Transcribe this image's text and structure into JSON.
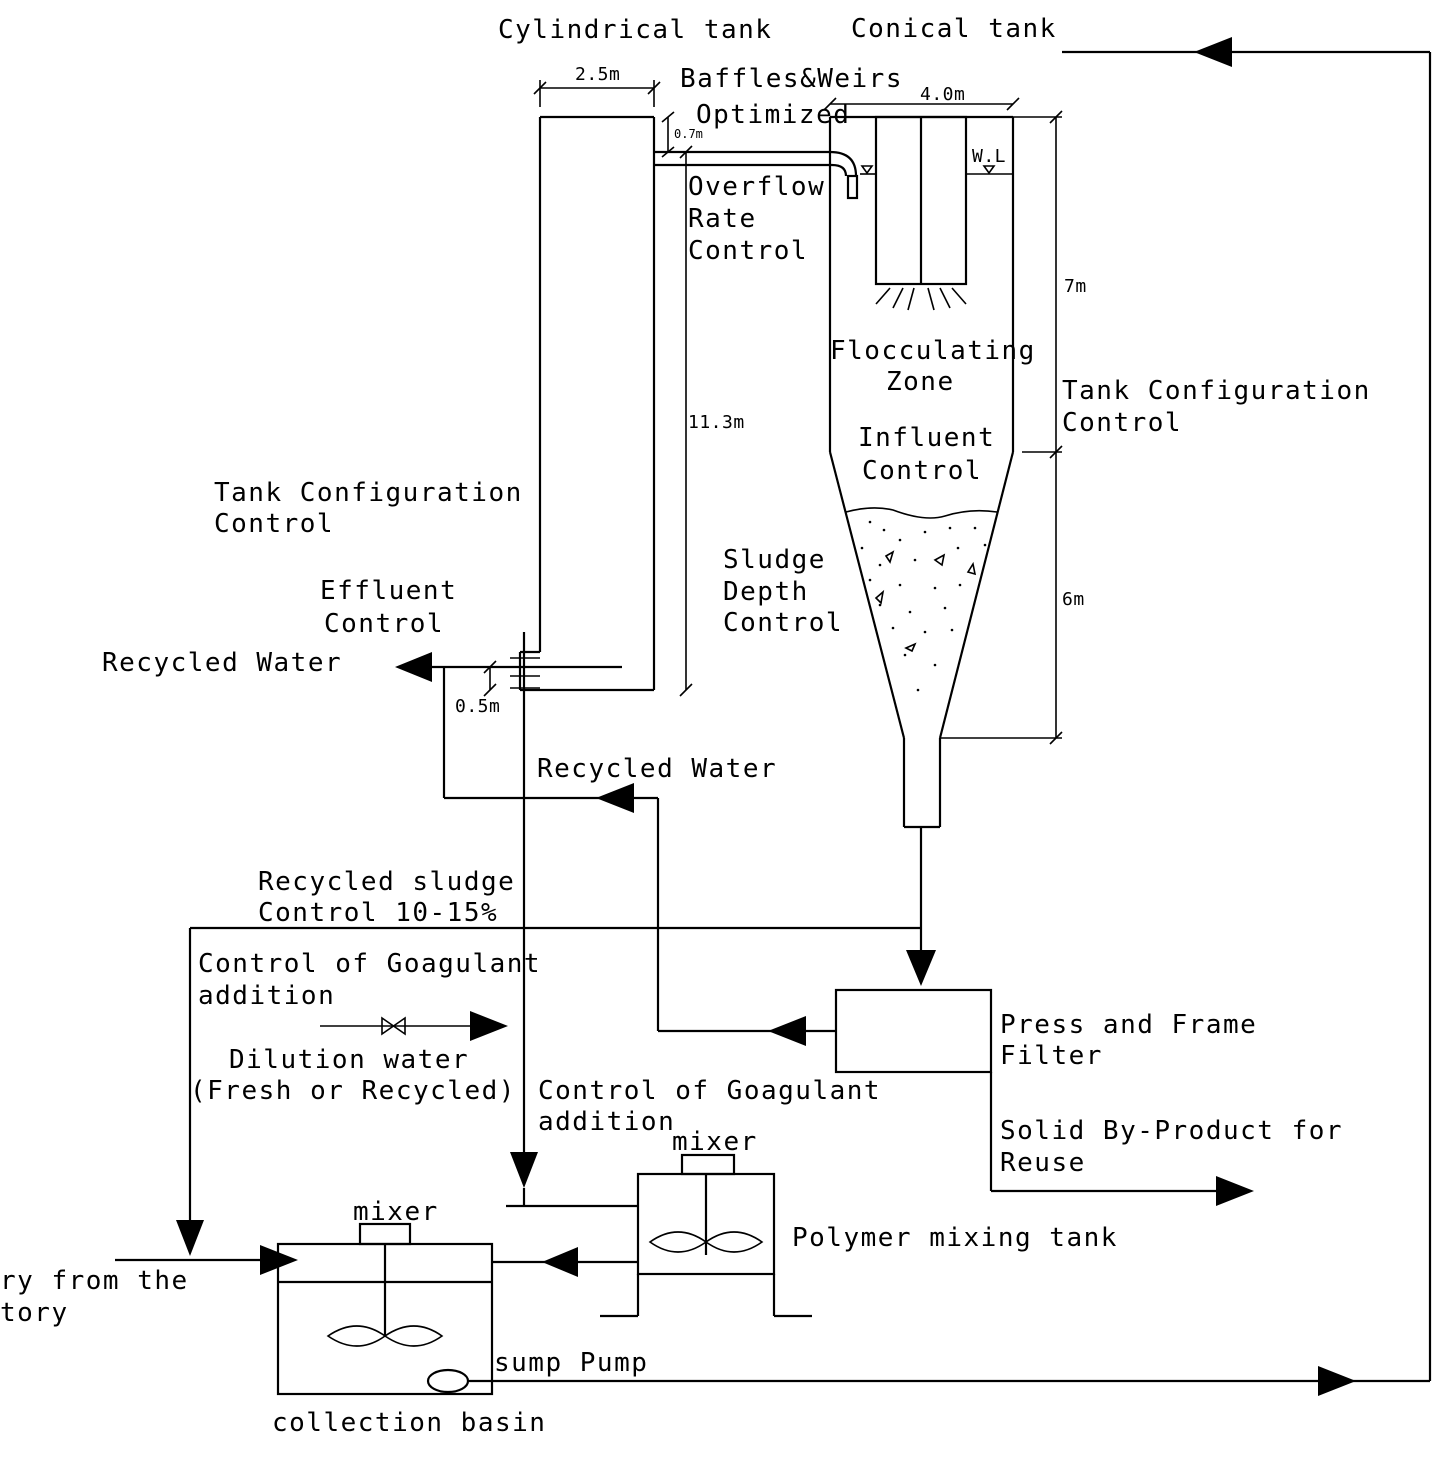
{
  "colors": {
    "line": "#000000",
    "background": "#ffffff"
  },
  "tanks": {
    "cylindrical": "Cylindrical tank",
    "conical": "Conical tank"
  },
  "dimensions": {
    "cyl_width": "2.5m",
    "overflow_gap": "0.7m",
    "cone_width": "4.0m",
    "upper_height": "7m",
    "lower_height": "6m",
    "cyl_height": "11.3m",
    "outlet_gap": "0.5m",
    "water_level": "W.L"
  },
  "labels": {
    "baffles_1": "Baffles&Weirs",
    "baffles_2": "Optimized",
    "overflow_1": "Overflow",
    "overflow_2": "Rate",
    "overflow_3": "Control",
    "flocculating_1": "Flocculating",
    "flocculating_2": "Zone",
    "influent_1": "Influent",
    "influent_2": "Control",
    "tank_config_right_1": "Tank Configuration",
    "tank_config_right_2": "Control",
    "tank_config_left_1": "Tank Configuration",
    "tank_config_left_2": "Control",
    "sludge_depth_1": "Sludge",
    "sludge_depth_2": "Depth",
    "sludge_depth_3": "Control",
    "effluent_1": "Effluent",
    "effluent_2": "Control",
    "recycled_water_left": "Recycled Water",
    "recycled_water_mid": "Recycled Water",
    "recycled_sludge_1": "Recycled sludge",
    "recycled_sludge_2": "Control 10-15%",
    "coagulant_left_1": "Control of Goagulant",
    "coagulant_left_2": "addition",
    "dilution_1": "Dilution water",
    "dilution_2": "(Fresh or Recycled)",
    "coagulant_mid_1": "Control of Goagulant",
    "coagulant_mid_2": "addition",
    "press_1": "Press and  Frame",
    "press_2": "Filter",
    "solid_1": "Solid By-Product for",
    "solid_2": "Reuse",
    "mixer_top": "mixer",
    "mixer_basin": "mixer",
    "polymer_tank": "Polymer mixing tank",
    "slurry_1": "ry from the",
    "slurry_2": "tory",
    "sump_pump": "sump Pump",
    "collection_basin": "collection basin"
  }
}
